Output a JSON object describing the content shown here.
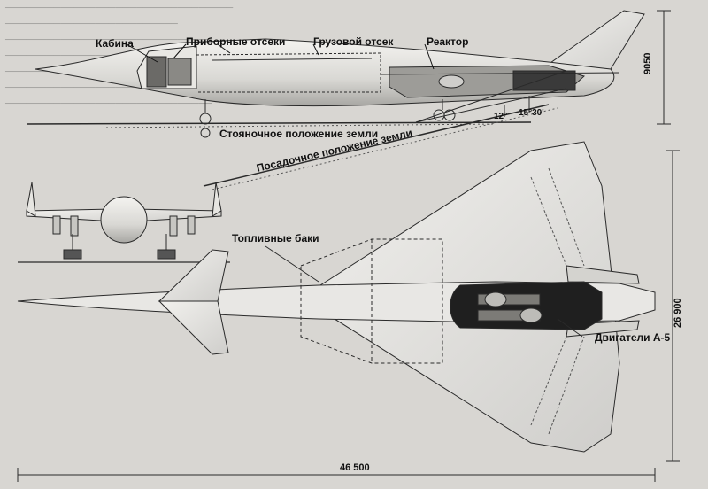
{
  "labels": {
    "cabin": "Кабина",
    "instrument_bays": "Приборные отсеки",
    "cargo_bay": "Грузовой отсек",
    "reactor": "Реактор",
    "ground_parking": "Стояночное положение земли",
    "ground_landing": "Посадочное положение земли",
    "fuel_tanks": "Топливные баки",
    "engines": "Двигатели А-5"
  },
  "dimensions": {
    "height": "9050",
    "wingspan": "26 900",
    "length": "46 500",
    "angle_12": "12°",
    "angle_15_30": "15°30'"
  },
  "colors": {
    "line": "#2a2a2a",
    "fill_light": "#ecebe8",
    "fill_mid": "#c9c8c4",
    "dark": "#1a1a1a",
    "paper": "#d8d6d2"
  }
}
